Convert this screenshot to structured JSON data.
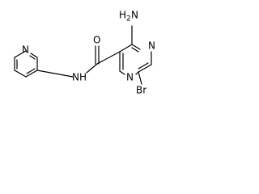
{
  "molecule": {
    "amine_label": "NH2",
    "amine_label_main": "H",
    "amine_label_sub": "2",
    "amine_label_n": "N",
    "pyrazine_n_top": "N",
    "pyrazine_n_bottom": "N",
    "oxygen": "O",
    "amide_nh": "NH",
    "pyridine_n": "N",
    "bromine": "Br"
  }
}
